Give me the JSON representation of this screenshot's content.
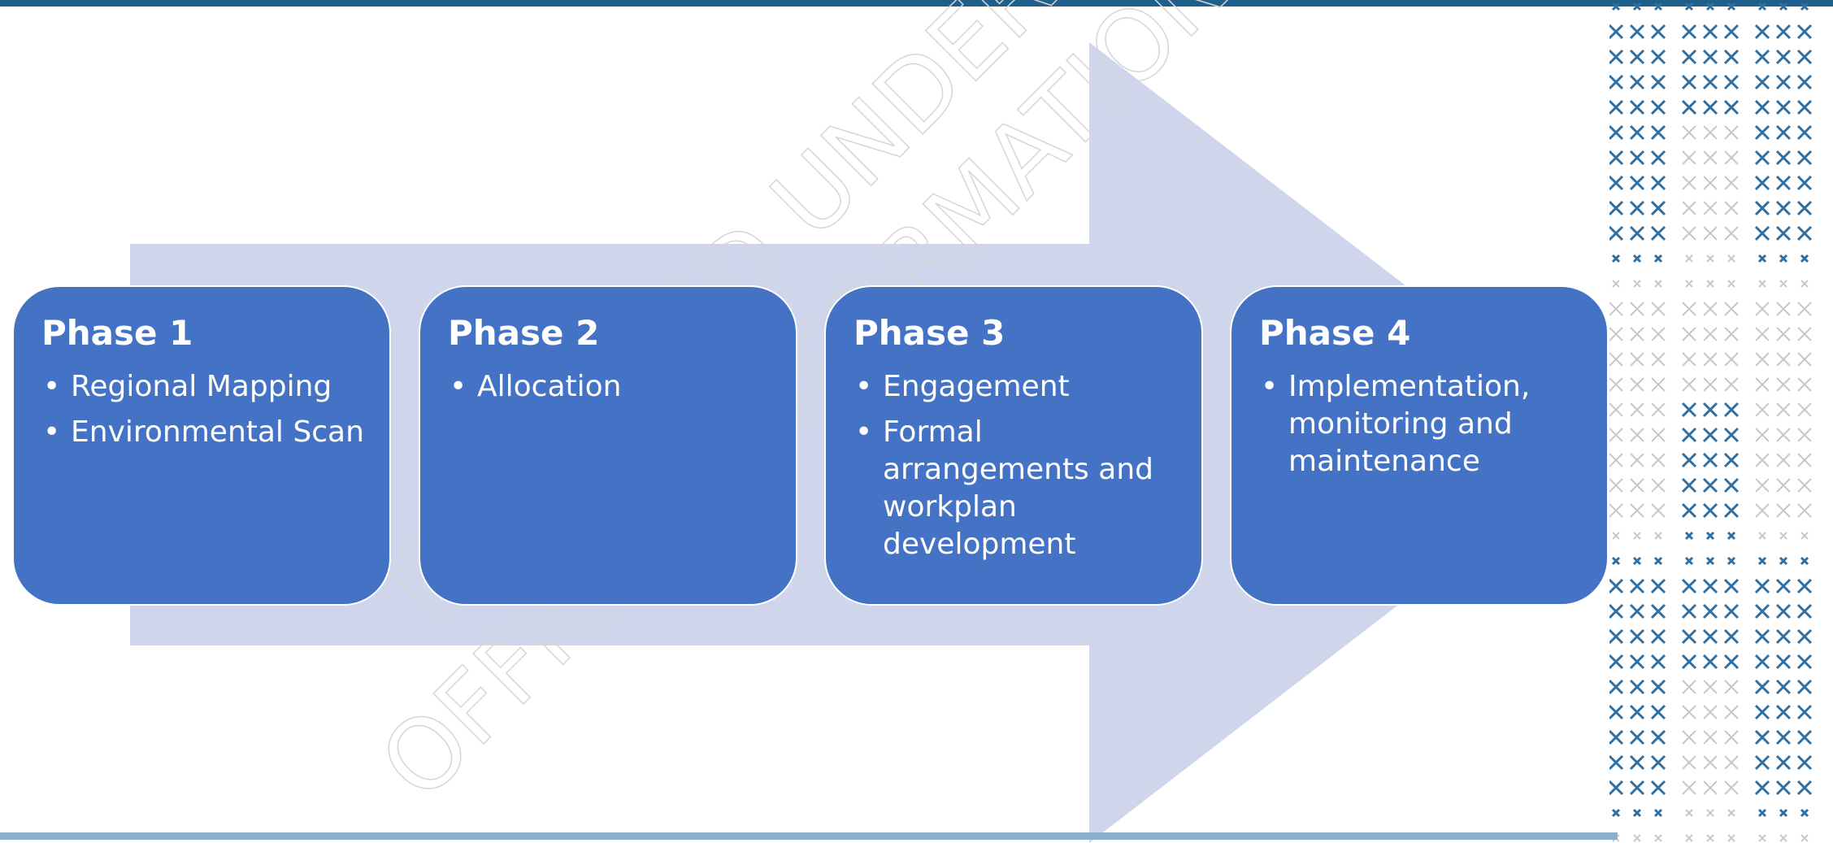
{
  "colors": {
    "arrow": "#cfd5ea",
    "box": "#4472c4",
    "top_bar": "#1f5f8b",
    "bottom_bar": "#8ab1c9",
    "pattern_blue": "#2f6fa2",
    "pattern_grey": "#c8c8c8"
  },
  "phases": [
    {
      "title": "Phase 1",
      "items": [
        "Regional Mapping",
        "Environmental Scan"
      ]
    },
    {
      "title": "Phase 2",
      "items": [
        "Allocation"
      ]
    },
    {
      "title": "Phase 3",
      "items": [
        "Engagement",
        "Formal arrangements and workplan development"
      ]
    },
    {
      "title": "Phase 4",
      "items": [
        "Implementation, monitoring and maintenance"
      ]
    }
  ],
  "watermark": {
    "line1": "RELEASED UNDER THE",
    "line2": "OFFICIAL INFORMATION ACT"
  }
}
